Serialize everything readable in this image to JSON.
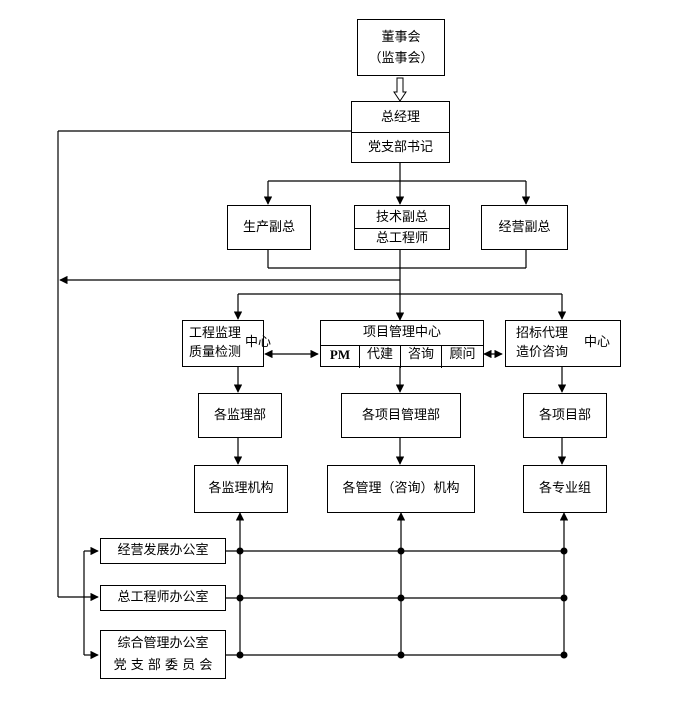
{
  "board": {
    "line1": "董事会",
    "line2": "（监事会）"
  },
  "gm": {
    "line1": "总经理",
    "line2": "党支部书记"
  },
  "prod": {
    "label": "生产副总"
  },
  "tech": {
    "line1": "技术副总",
    "line2": "总工程师"
  },
  "biz": {
    "label": "经营副总"
  },
  "center_left": {
    "line1": "工程监理",
    "line2": "质量检测",
    "suffix": "中心"
  },
  "center_mid": {
    "title": "项目管理中心",
    "cells": [
      "PM",
      "代建",
      "咨询",
      "顾问"
    ]
  },
  "center_right": {
    "line1": "招标代理",
    "line2": "造价咨询",
    "suffix": "中心"
  },
  "dept_left": {
    "label": "各监理部"
  },
  "dept_mid": {
    "label": "各项目管理部"
  },
  "dept_right": {
    "label": "各项目部"
  },
  "org_left": {
    "label": "各监理机构"
  },
  "org_mid": {
    "label": "各管理（咨询）机构"
  },
  "org_right": {
    "label": "各专业组"
  },
  "office1": {
    "label": "经营发展办公室"
  },
  "office2": {
    "label": "总工程师办公室"
  },
  "office3": {
    "line1": "综合管理办公室",
    "line2": "党 支 部 委 员 会"
  }
}
